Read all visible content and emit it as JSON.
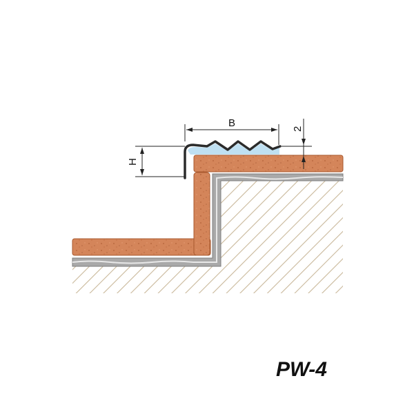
{
  "diagram": {
    "model": "PW-4",
    "dimensions": {
      "width_label": "B",
      "height_label": "H",
      "thickness_label": "2"
    }
  },
  "colors": {
    "tile": "#d4855a",
    "tile_edge": "#a9592f",
    "substrate_hatch": "#c9b89a",
    "adhesive": "#a9a9a9",
    "profile": "#2b2b2b",
    "profile_fill": "#bfe0f2"
  }
}
